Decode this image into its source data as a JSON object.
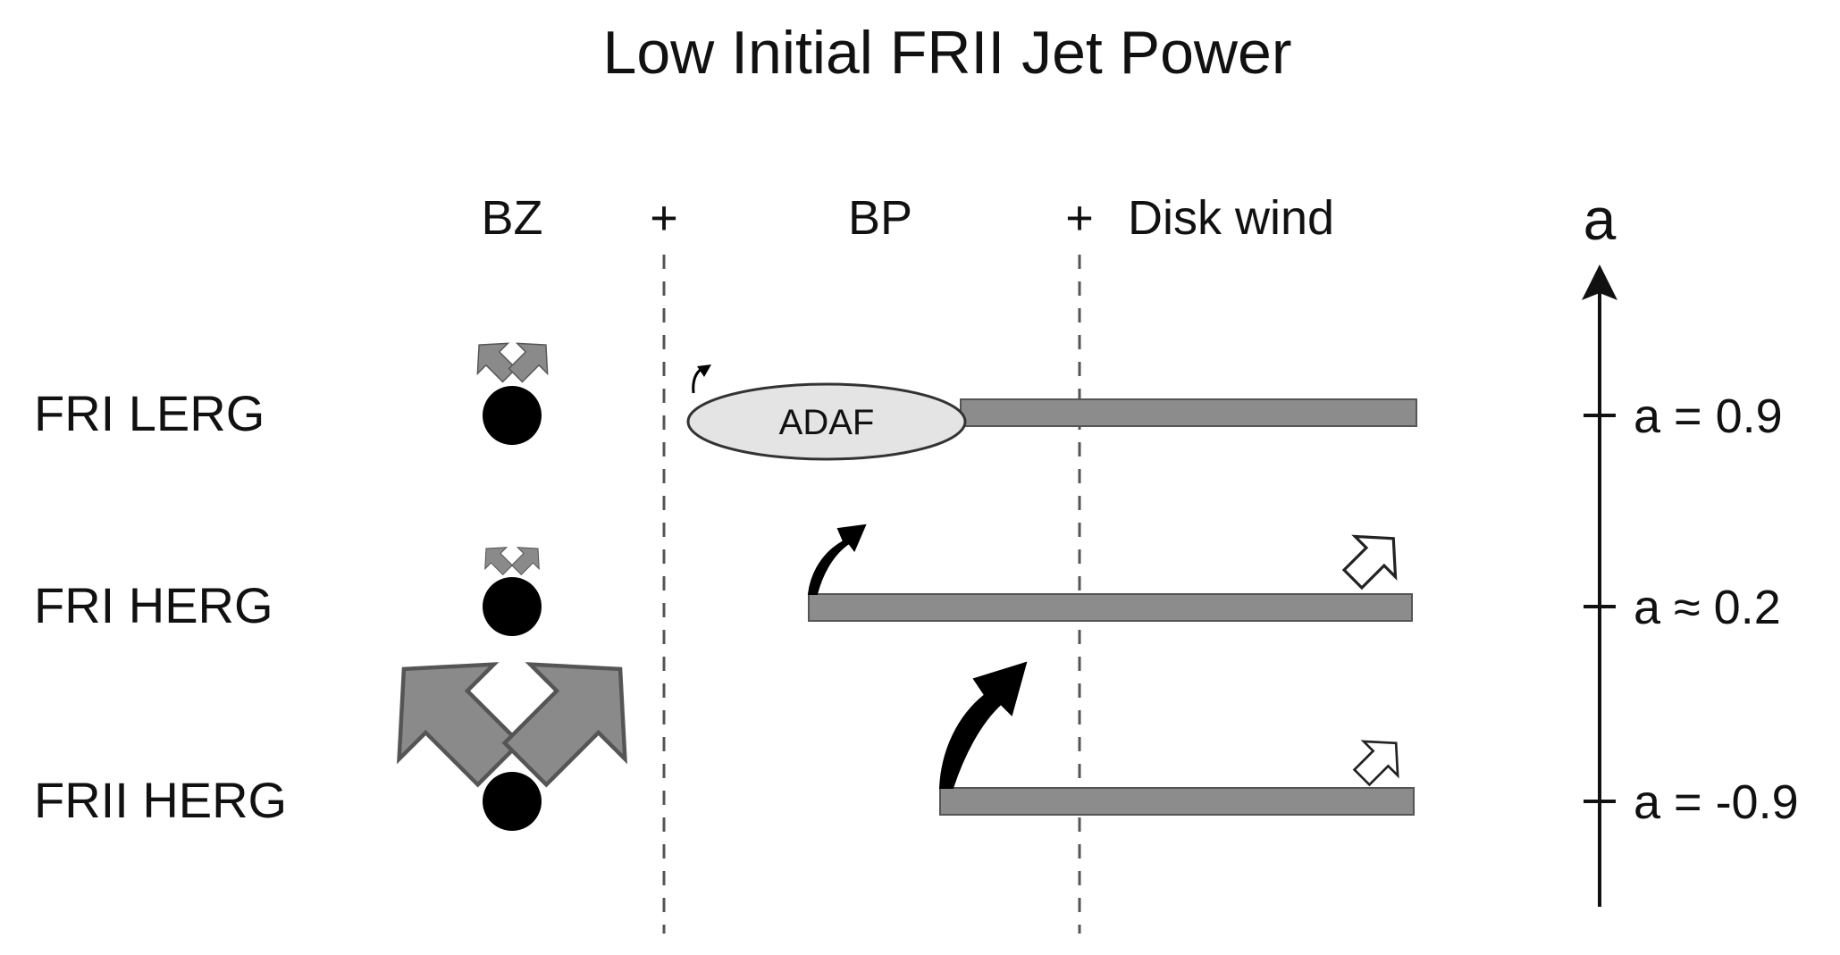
{
  "title": "Low Initial FRII Jet Power",
  "columns": {
    "bz": "BZ",
    "plus1": "+",
    "bp": "BP",
    "plus2": "+",
    "disk_wind": "Disk wind"
  },
  "rows": [
    {
      "label": "FRI LERG",
      "spin_label": "a = 0.9",
      "disk_label": "ADAF"
    },
    {
      "label": "FRI HERG",
      "spin_label": "a ≈ 0.2"
    },
    {
      "label": "FRII HERG",
      "spin_label": "a = -0.9"
    }
  ],
  "axis": {
    "variable": "a"
  },
  "colors": {
    "black_hole": "#000000",
    "disk": "#8c8c8c",
    "adaf_fill": "#e4e4e4",
    "bz_arrow": "#8a8a8a",
    "text": "#111111"
  }
}
